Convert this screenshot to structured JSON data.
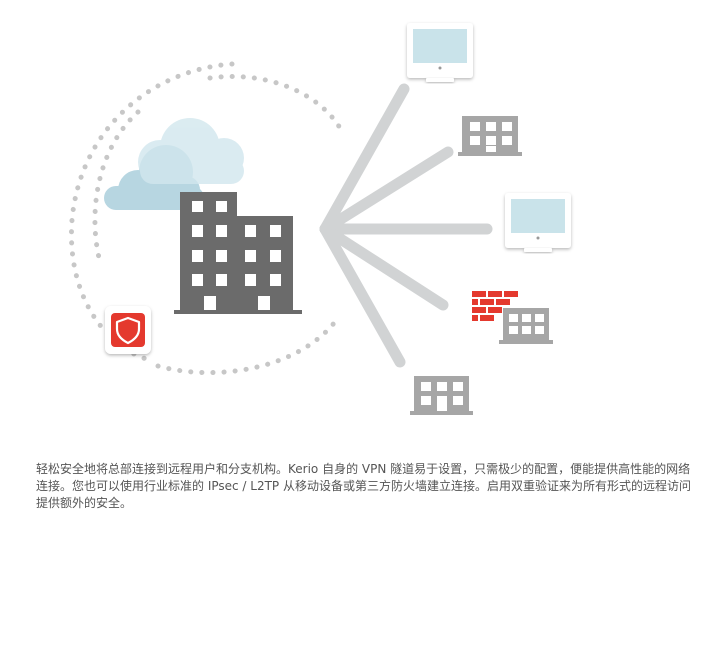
{
  "diagram": {
    "central_node": "headquarters-building",
    "left_group": [
      "cloud",
      "security-shield"
    ],
    "remote_nodes": [
      "monitor",
      "branch-building",
      "monitor",
      "firewall-branch",
      "branch-building"
    ],
    "colors": {
      "building_dark": "#6b6b6b",
      "building_light": "#a6a6a6",
      "spokes": "#d1d3d4",
      "dots": "#c7c7c7",
      "cloud_back": "#b7d6e1",
      "cloud_front": "#d2e7ee",
      "screen": "#c9e3ea",
      "shield_badge": "#e4392e",
      "firewall_brick": "#e4392e"
    }
  },
  "caption": {
    "text": "轻松安全地将总部连接到远程用户和分支机构。Kerio 自身的 VPN 隧道易于设置，只需极少的配置，便能提供高性能的网络连接。您也可以使用行业标准的 IPsec / L2TP 从移动设备或第三方防火墙建立连接。启用双重验证来为所有形式的远程访问提供额外的安全。"
  }
}
